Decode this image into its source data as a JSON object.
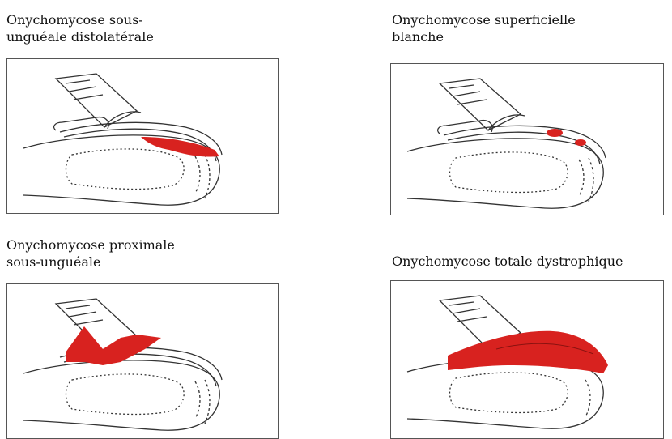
{
  "panels": [
    {
      "caption": "Onychomycose sous-\nunguéale distolatérale",
      "lesion": "distal-lateral-subungual"
    },
    {
      "caption": "Onychomycose superficielle\nblanche",
      "lesion": "white-superficial-spots"
    },
    {
      "caption": "Onychomycose proximale\nsous-unguéale",
      "lesion": "proximal-subungual"
    },
    {
      "caption": "Onychomycose totale dystrophique",
      "lesion": "total-dystrophic"
    }
  ],
  "colors": {
    "lesion": "#d8221f",
    "outline": "#333333",
    "frame": "#555555",
    "dots": "#b9b9b9"
  }
}
